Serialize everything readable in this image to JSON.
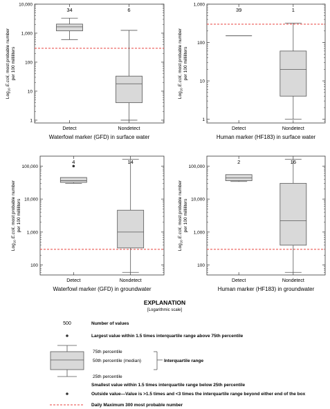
{
  "chart_data": [
    {
      "type": "box",
      "title": "Waterfowl marker (GFD) in surface water",
      "ylabel_parts": [
        "Log",
        "10",
        " ",
        "E.coli,",
        " most probable number"
      ],
      "ylabel_line2": "per 100 milliliters",
      "yscale": "log",
      "ylim": [
        0.8,
        10000
      ],
      "yticks": [
        1,
        10,
        100,
        1000,
        10000
      ],
      "ytick_labels": [
        "1",
        "10",
        "100",
        "1,000",
        "10,000"
      ],
      "threshold": 300,
      "categories": [
        "Detect",
        "Nondetect"
      ],
      "counts": [
        "34",
        "6"
      ],
      "boxes": [
        {
          "whislo": 600,
          "q1": 1200,
          "med": 1650,
          "q3": 2050,
          "whishi": 3300,
          "fliers": []
        },
        {
          "whislo": 1,
          "q1": 4,
          "med": 18,
          "q3": 33,
          "whishi": 1250,
          "fliers": []
        }
      ]
    },
    {
      "type": "box",
      "title": "Human marker (HF183) in surface water",
      "ylabel_parts": [
        "Log",
        "10",
        " ",
        "E.coli,",
        " most probable number"
      ],
      "ylabel_line2": "per 100 milliliters",
      "yscale": "log",
      "ylim": [
        0.8,
        1000
      ],
      "yticks": [
        1,
        10,
        100,
        1000
      ],
      "ytick_labels": [
        "1",
        "10",
        "100",
        "1,000"
      ],
      "threshold": 300,
      "categories": [
        "Detect",
        "Nondetect"
      ],
      "counts": [
        "39",
        "1"
      ],
      "boxes": [
        {
          "whislo": 150,
          "q1": 150,
          "med": 150,
          "q3": 150,
          "whishi": 150,
          "fliers": []
        },
        {
          "whislo": 1,
          "q1": 4,
          "med": 20,
          "q3": 60,
          "whishi": 320,
          "fliers": []
        }
      ]
    },
    {
      "type": "box",
      "title": "Waterfowl marker (GFD) in groundwater",
      "ylabel_parts": [
        "Log",
        "10",
        " ",
        "E.coli,",
        " most probable number"
      ],
      "ylabel_line2": "per 100 milliliters",
      "yscale": "log",
      "ylim": [
        50,
        200000
      ],
      "yticks": [
        100,
        1000,
        10000,
        100000
      ],
      "ytick_labels": [
        "100",
        "1,000",
        "10,000",
        "100,000"
      ],
      "threshold": 300,
      "categories": [
        "Detect",
        "Nondetect"
      ],
      "counts": [
        "4",
        "14"
      ],
      "boxes": [
        {
          "whislo": 30000,
          "q1": 32000,
          "med": 36000,
          "q3": 45000,
          "whishi": 45000,
          "fliers": [
            100000
          ]
        },
        {
          "whislo": 60,
          "q1": 330,
          "med": 1000,
          "q3": 4600,
          "whishi": 160000,
          "fliers": []
        }
      ]
    },
    {
      "type": "box",
      "title": "Human marker (HF183) in groundwater",
      "ylabel_parts": [
        "Log",
        "10",
        " ",
        "E.coli,",
        " most probable number"
      ],
      "ylabel_line2": "per 100 milliliters",
      "yscale": "log",
      "ylim": [
        50,
        200000
      ],
      "yticks": [
        100,
        1000,
        10000,
        100000
      ],
      "ytick_labels": [
        "100",
        "1,000",
        "10,000",
        "100,000"
      ],
      "threshold": 300,
      "categories": [
        "Detect",
        "Nondetect"
      ],
      "counts": [
        "2",
        "16"
      ],
      "boxes": [
        {
          "whislo": 34000,
          "q1": 36000,
          "med": 44000,
          "q3": 55000,
          "whishi": 55000,
          "fliers": []
        },
        {
          "whislo": 60,
          "q1": 400,
          "med": 2200,
          "q3": 30000,
          "whishi": 160000,
          "fliers": []
        }
      ]
    }
  ],
  "explanation": {
    "title": "EXPLANATION",
    "subtitle": "[Logarithmic scale]",
    "count_example": "500",
    "count_label": "Number of values",
    "upper_whisker_label": "Largest value within 1.5 times interquartile range above 75th percentile",
    "p75_label": "75th percentile",
    "median_label": "50th percentile (median)",
    "iqr_label": "Interquartile range",
    "p25_label": "25th percentile",
    "lower_whisker_label": "Smallest value within 1.5 times interquartile range below 25th percentile",
    "outside_label": "Outside value—Value is >1.5 times and <3 times the interquartile range beyond either end of the box",
    "threshold_label": "Daily Maximum 300 most probable number"
  },
  "colors": {
    "box_fill": "#d9d9d9",
    "line": "#555555",
    "threshold": "#e8413c"
  }
}
